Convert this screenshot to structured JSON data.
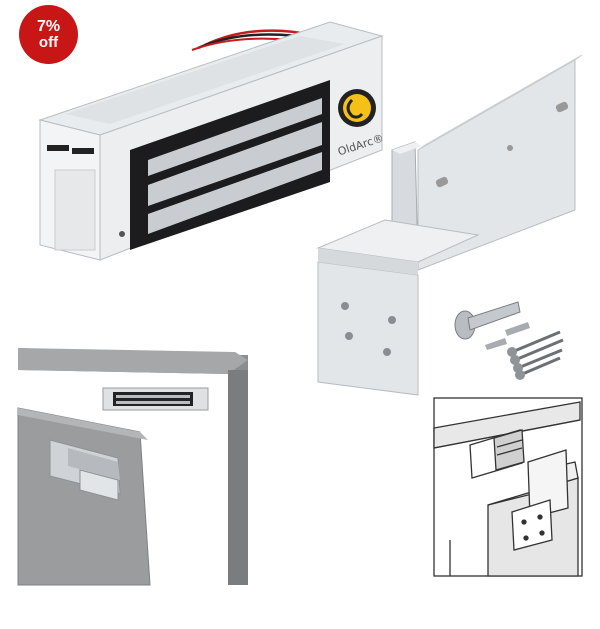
{
  "badge": {
    "percent": "7%",
    "label": "off",
    "color": "#c81616"
  },
  "product": {
    "brand": "OldArc",
    "brand_mark": "®"
  },
  "icons": [
    "discount-badge",
    "oldarc-logo-icon"
  ]
}
